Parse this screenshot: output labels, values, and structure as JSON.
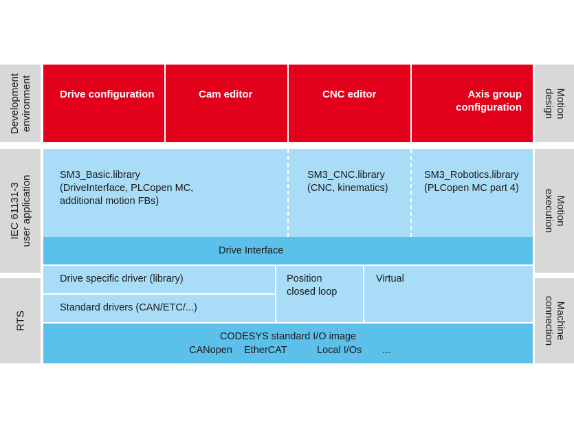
{
  "left_labels": {
    "dev": "Development\nenvironment",
    "iec": "IEC 61131-3\nuser application",
    "rts": "RTS"
  },
  "right_labels": {
    "motion_design": "Motion\ndesign",
    "motion_execution": "Motion\nexecution",
    "machine_connection": "Machine\nconnection"
  },
  "top_row": {
    "drive_configuration": "Drive configuration",
    "cam_editor": "Cam editor",
    "cnc_editor": "CNC editor",
    "axis_group": "Axis group\nconfiguration"
  },
  "libraries": {
    "basic": "SM3_Basic.library\n(DriveInterface, PLCopen MC,\nadditional motion FBs)",
    "cnc": "SM3_CNC.library\n(CNC, kinematics)",
    "robotics": "SM3_Robotics.library\n(PLCopen MC part 4)"
  },
  "drive_interface": "Drive Interface",
  "drivers": {
    "specific": "Drive specific driver (library)",
    "standard": "Standard drivers (CAN/ETC/...)",
    "position": "Position\nclosed loop",
    "virtual": "Virtual"
  },
  "io_image": {
    "title": "CODESYS standard I/O image",
    "items": [
      "CANopen",
      "EtherCAT",
      "Local I/Os",
      "..."
    ]
  },
  "colors": {
    "red": "#e2001a",
    "light_blue": "#a9dcf7",
    "mid_blue": "#5bc0ea",
    "grey": "#d8d8d8"
  }
}
